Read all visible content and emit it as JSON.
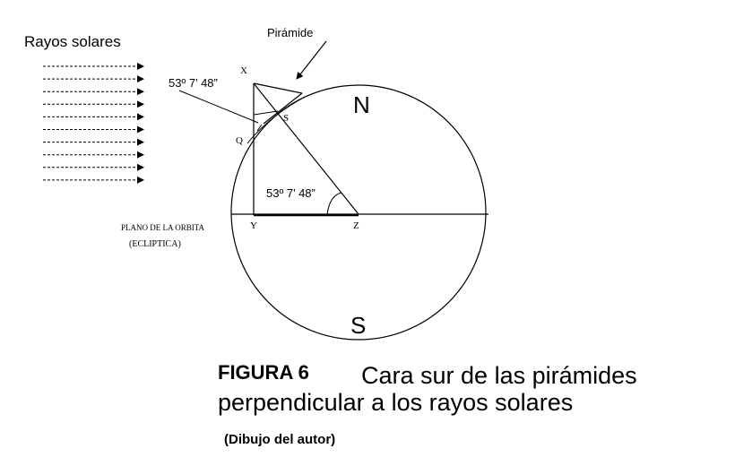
{
  "labels": {
    "rays": "Rayos solares",
    "pyramid": "Pirámide",
    "angle_top": "53º 7’ 48”",
    "angle_center": "53º 7’ 48”",
    "point_x": "X",
    "point_s": "S",
    "point_q": "Q",
    "point_y": "Y",
    "point_z": "Z",
    "north": "N",
    "south": "S",
    "orbit_plane": "PLANO DE LA ORBITA",
    "ecliptic": "(ECLIPTICA)"
  },
  "caption": {
    "figure": "FIGURA 6",
    "line1": "Cara sur de las pirámides",
    "line2": "perpendicular a los rayos solares",
    "credit": "(Dibujo del autor)"
  },
  "diagram": {
    "angle_value": "53º 7’ 48”",
    "ray_count": 10,
    "stroke_color": "#000000",
    "background": "#ffffff"
  }
}
